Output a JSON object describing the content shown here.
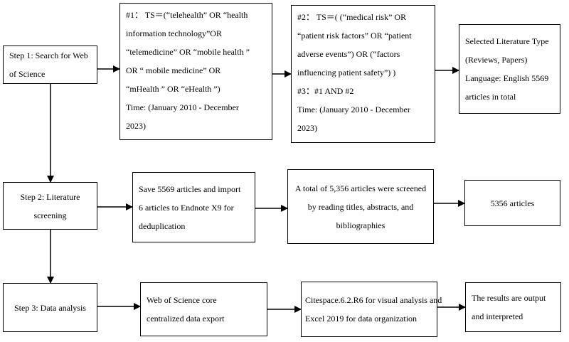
{
  "colors": {
    "stroke": "#000000",
    "background": "#ffffff"
  },
  "row1": {
    "step": [
      "Step 1: Search for Web",
      "of Science"
    ],
    "query1": [
      "#1： TS＝(“telehealth” OR “health",
      "information technology”OR",
      "“telemedicine” OR “mobile health ”",
      "OR “ mobile medicine” OR",
      "“mHealth ” OR “eHealth ”)",
      "Time: (January 2010 - December",
      "2023)"
    ],
    "query2": [
      "#2： TS＝( (“medical risk” OR",
      "“patient risk factors” OR    “patient",
      "adverse events”) OR (“factors",
      "influencing patient safety”) )",
      "#3：#1 AND #2",
      "Time: (January 2010 - December",
      "2023)"
    ],
    "result": [
      "Selected Literature Type",
      "(Reviews, Papers)",
      "Language: English 5569",
      "articles in total"
    ]
  },
  "row2": {
    "step": [
      "Step 2: Literature",
      "screening"
    ],
    "import": [
      "Save 5569 articles and import",
      "6 articles to Endnote X9 for",
      "deduplication"
    ],
    "screen": [
      "A total of 5,356 articles were screened",
      "by reading titles, abstracts, and",
      "bibliographies"
    ],
    "result": [
      "5356 articles"
    ]
  },
  "row3": {
    "step": [
      "Step 3: Data analysis"
    ],
    "export": [
      "Web of Science core",
      "centralized data export"
    ],
    "tools": [
      "Citespace.6.2.R6 for visual analysis and",
      "Excel 2019 for data organization"
    ],
    "result": [
      "The results are output",
      "and interpreted"
    ]
  }
}
